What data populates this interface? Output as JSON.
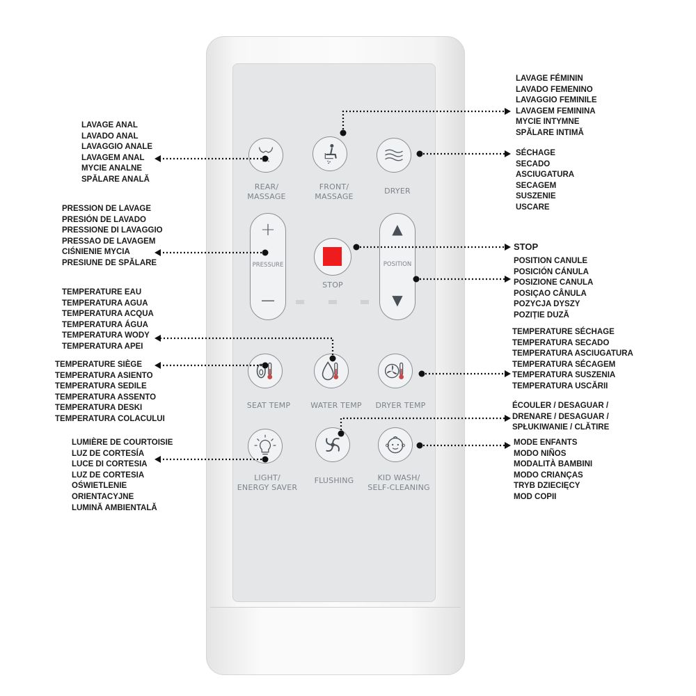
{
  "remote": {
    "buttons": {
      "rear": {
        "label_line1": "REAR/",
        "label_line2": "MASSAGE",
        "icon": "rear-wash-icon"
      },
      "front": {
        "label_line1": "FRONT/",
        "label_line2": "MASSAGE",
        "icon": "front-wash-icon"
      },
      "dryer": {
        "label": "DRYER",
        "icon": "dryer-waves-icon"
      },
      "pressure": {
        "label": "PRESSURE",
        "plus": "+",
        "minus": "—"
      },
      "stop": {
        "label": "STOP",
        "icon": "stop-square-icon",
        "color": "#ee1c1c"
      },
      "position": {
        "label": "POSITION",
        "up": "▲",
        "down": "▼"
      },
      "seat_temp": {
        "label": "SEAT TEMP",
        "icon": "seat-thermometer-icon"
      },
      "water_temp": {
        "label": "WATER TEMP",
        "icon": "water-drop-thermometer-icon"
      },
      "dryer_temp": {
        "label": "DRYER TEMP",
        "icon": "fan-thermometer-icon"
      },
      "light": {
        "label_line1": "LIGHT/",
        "label_line2": "ENERGY SAVER",
        "icon": "light-bulb-icon"
      },
      "flushing": {
        "label": "FLUSHING",
        "icon": "swirl-icon"
      },
      "kid_wash": {
        "label_line1": "KID WASH/",
        "label_line2": "SELF-CLEANING",
        "icon": "baby-face-icon"
      }
    }
  },
  "annotations": {
    "anal_wash": [
      "LAVAGE ANAL",
      "LAVADO ANAL",
      "LAVAGGIO ANALE",
      "LAVAGEM ANAL",
      "MYCIE ANALNE",
      "SPĂLARE ANALĂ"
    ],
    "feminine_wash": [
      "LAVAGE FÉMININ",
      "LAVADO FEMENINO",
      "LAVAGGIO FEMINILE",
      "LAVAGEM FEMININA",
      "MYCIE INTYMNE",
      "SPĂLARE INTIMĂ"
    ],
    "drying": [
      "SÉCHAGE",
      "SECADO",
      "ASCIUGATURA",
      "SECAGEM",
      "SUSZENIE",
      "USCARE"
    ],
    "pressure": [
      "PRESSION DE LAVAGE",
      "PRESIÓN DE LAVADO",
      "PRESSIONE DI LAVAGGIO",
      "PRESSAO DE LAVAGEM",
      "CIŚNIENIE MYCIA",
      "PRESIUNE DE SPĂLARE"
    ],
    "stop": "STOP",
    "position": [
      "POSITION CANULE",
      "POSICIÓN CÁNULA",
      "POSIZIONE CANULA",
      "POSIÇAO CÂNULA",
      "POZYCJA DYSZY",
      "POZIȚIE DUZĂ"
    ],
    "water_temp": [
      "TEMPERATURE EAU",
      "TEMPERATURA AGUA",
      "TEMPERATURA ACQUA",
      "TEMPERATURA ÁGUA",
      "TEMPERATURA WODY",
      "TEMPERATURA APEI"
    ],
    "seat_temp": [
      "TEMPERATURE SIÈGE",
      "TEMPERATURA ASIENTO",
      "TEMPERATURA SEDILE",
      "TEMPERATURA ASSENTO",
      "TEMPERATURA DESKI",
      "TEMPERATURA COLACULUI"
    ],
    "dryer_temp": [
      "TEMPERATURE SÉCHAGE",
      "TEMPERATURA SECADO",
      "TEMPERATURA ASCIUGATURA",
      "TEMPERATURA SÉCAGEM",
      "TEMPERATURA SUSZENIA",
      "TEMPERATURA USCĂRII"
    ],
    "flushing": [
      "ÉCOULER / DESAGUAR /",
      "DRENARE / DESAGUAR /",
      "SPŁUKIWANIE / CLĂTIRE"
    ],
    "kid_mode": [
      "MODE ENFANTS",
      "MODO NIÑOS",
      "MODALITÀ BAMBINI",
      "MODO CRIANÇAS",
      "TRYB DZIECIĘCY",
      "MOD COPII"
    ],
    "light": [
      "LUMIÈRE DE COURTOISIE",
      "LUZ DE CORTESÍA",
      "LUCE DI CORTESIA",
      "LUZ DE CORTESIA",
      "OŚWIETLENIE",
      "ORIENTACYJNE",
      "LUMINĂ AMBIENTALĂ"
    ]
  }
}
